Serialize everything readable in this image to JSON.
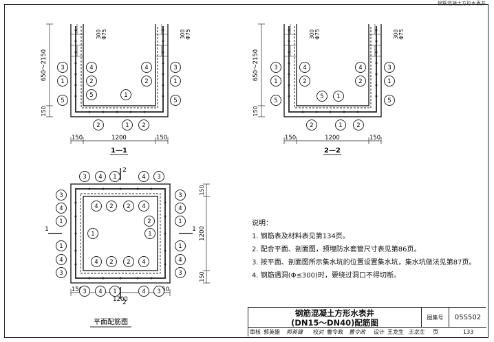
{
  "header": {
    "strip": "钢筋混凝土方形水表井"
  },
  "section_1": {
    "title": "1—1",
    "dims": {
      "left": "150",
      "mid": "1200",
      "right": "150",
      "height": "650～2150",
      "bottom": "150",
      "top1": "300",
      "top2": "Φ75"
    },
    "bars": {
      "three": "3",
      "four": "4",
      "one": "1",
      "two": "2",
      "five": "5"
    }
  },
  "section_2": {
    "title": "2—2",
    "dims": {
      "left": "150",
      "mid": "1200",
      "right": "150",
      "height": "650～2150",
      "bottom": "150",
      "top1": "300",
      "top2": "Φ75"
    }
  },
  "plan": {
    "title": "平面配筋图",
    "dims": {
      "left": "150",
      "mid": "1200",
      "right": "150",
      "v_top": "150",
      "v_mid": "1200",
      "v_bottom": "150"
    },
    "cut_1": "1",
    "cut_2": "2"
  },
  "notes": {
    "title": "说明：",
    "items": [
      "1. 钢筋表及材料表见第134页。",
      "2. 配合平面、剖面图，预埋防水套管尺寸表见第86页。",
      "3. 按平面、剖面图所示集水坑的位置设置集水坑，集水坑做法见第87页。",
      "4. 钢筋遇洞(Φ≤300)时，要绕过洞口不得切断。"
    ]
  },
  "title_block": {
    "title_line1": "钢筋混凝土方形水表井",
    "title_line2": "(DN15～DN40)配筋图",
    "atlas_label": "图集号",
    "atlas_no": "05S502",
    "review_label": "审核",
    "review_name": "郭英雄",
    "review_sig": "郭英雄",
    "check_label": "校对",
    "check_name": "曹令政",
    "check_sig": "曹令政",
    "design_label": "设计",
    "design_name": "王龙生",
    "design_sig": "王龙生",
    "page_label": "页",
    "page_no": "133"
  }
}
